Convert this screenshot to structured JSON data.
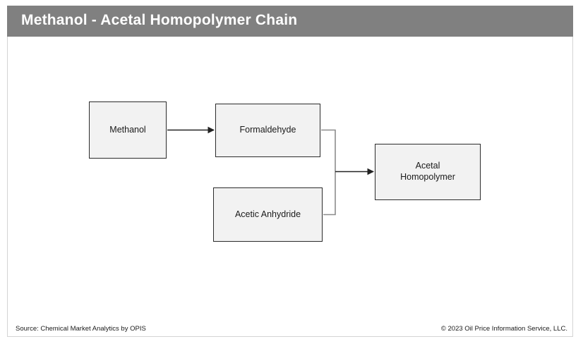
{
  "header": {
    "title": "Methanol - Acetal Homopolymer Chain",
    "background_color": "#808080",
    "text_color": "#ffffff"
  },
  "diagram": {
    "type": "flow-chain",
    "node_fill_color": "#f2f2f2",
    "node_border_color": "#2b2b2b",
    "connector_color": "#8c8c8c",
    "arrow_color": "#222222",
    "nodes": [
      {
        "id": "methanol",
        "label": "Methanol"
      },
      {
        "id": "formaldehyde",
        "label": "Formaldehyde"
      },
      {
        "id": "acetic-anhydride",
        "label": "Acetic Anhydride"
      },
      {
        "id": "acetal-homopolymer",
        "label_line1": "Acetal",
        "label_line2": "Homopolymer"
      }
    ],
    "edges": [
      {
        "from": "methanol",
        "to": "formaldehyde",
        "arrow": true
      },
      {
        "from": "formaldehyde",
        "to": "acetal-homopolymer",
        "arrow": true
      },
      {
        "from": "acetic-anhydride",
        "to": "acetal-homopolymer",
        "arrow": true
      }
    ]
  },
  "footer": {
    "source": "Source: Chemical Market Analytics by OPIS",
    "copyright": "© 2023 Oil Price Information Service, LLC."
  }
}
